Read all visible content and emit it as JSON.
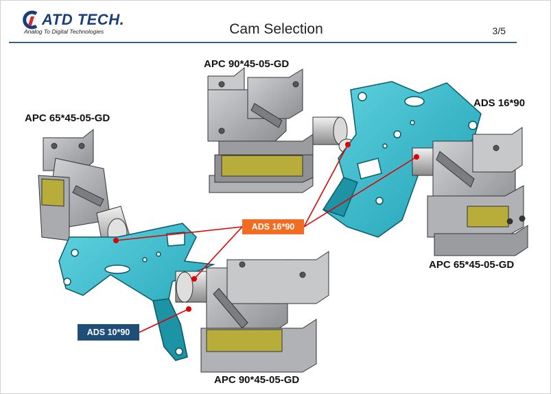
{
  "header": {
    "logo_text": "ATD TECH.",
    "logo_tagline": "Analog To Digital Technologies",
    "title": "Cam Selection",
    "page_number": "3/5"
  },
  "labels": {
    "top_center": "APC 90*45-05-GD",
    "top_right": "ADS 16*90",
    "left": "APC 65*45-05-GD",
    "right": "APC 65*45-05-GD",
    "bottom_center": "APC 90*45-05-GD"
  },
  "callouts": {
    "orange": "ADS 16*90",
    "navy": "ADS 10*90"
  },
  "colors": {
    "brand_blue": "#1a3d7c",
    "logo_red": "#d9272e",
    "rule": "#3a5f8f",
    "orange_tag": "#f26d21",
    "navy_tag": "#1f4e79",
    "bracket_cyan": "#2ab5c9",
    "metal_gray": "#a7a9ad",
    "yellow_part": "#b8ad3a",
    "leader_red": "#e00000"
  }
}
